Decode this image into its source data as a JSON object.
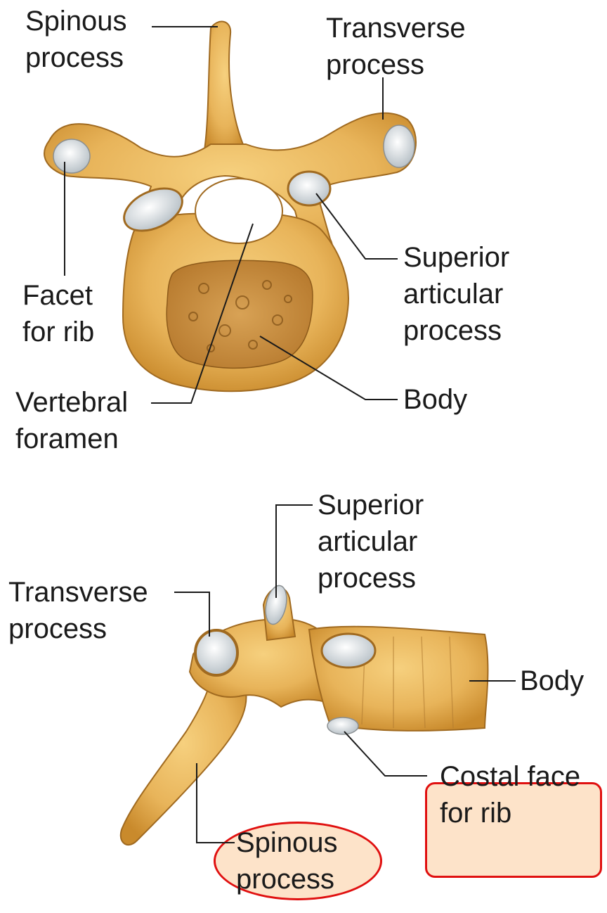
{
  "top_view": {
    "labels": {
      "spinous_process": [
        "Spinous",
        "process"
      ],
      "transverse_process": [
        "Transverse",
        "process"
      ],
      "facet_for_rib": [
        "Facet",
        "for rib"
      ],
      "superior_articular_process": [
        "Superior",
        "articular",
        "process"
      ],
      "vertebral_foramen": [
        "Vertebral",
        "foramen"
      ],
      "body": "Body"
    }
  },
  "side_view": {
    "labels": {
      "superior_articular_process": [
        "Superior",
        "articular",
        "process"
      ],
      "transverse_process": [
        "Transverse",
        "process"
      ],
      "body": "Body",
      "costal_face_for_rib": [
        "Costal face",
        "for rib"
      ],
      "spinous_process": [
        "Spinous",
        "process"
      ]
    }
  },
  "colors": {
    "bone": "#e8b45a",
    "bone_shadow": "#c98a2c",
    "cartilage": "#e8ecef",
    "highlight_outline": "#e01010",
    "highlight_fill": "#fde3c9"
  }
}
